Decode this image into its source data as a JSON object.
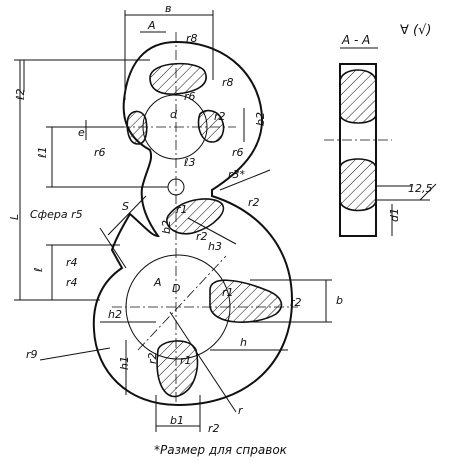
{
  "dims": {
    "B": "в",
    "A_top": "А",
    "r8_a": "r8",
    "r8_b": "r8",
    "l2": "ℓ2",
    "r6_a": "r6",
    "d": "d",
    "r2_top": "r2",
    "b2_right": "b2",
    "e": "e",
    "l1": "ℓ1",
    "r6_b": "r6",
    "r6_c": "r6",
    "l3": "ℓ3",
    "r3": "r3*",
    "L": "L",
    "sphere": "Сфера r5",
    "S": "S",
    "r1_mid": "r1",
    "r2_mid": "r2",
    "b2_mid": "b2",
    "r2_mid2": "r2",
    "h3": "h3",
    "r4_a": "r4",
    "r4_b": "r4",
    "l": "ℓ",
    "A_section": "A",
    "D": "D",
    "r1_right": "r1",
    "r2_right": "r2",
    "b_right": "b",
    "h2": "h2",
    "r9": "r9",
    "h": "h",
    "h1": "h1",
    "r2_bot": "r2",
    "r1_bot": "r1",
    "r": "r",
    "b1": "b1",
    "r2_bot2": "r2"
  },
  "section": {
    "title": "А - А",
    "value": "12,5",
    "d1": "d1"
  },
  "roughness": "∀ (√)",
  "footnote": "*Размер для справок"
}
